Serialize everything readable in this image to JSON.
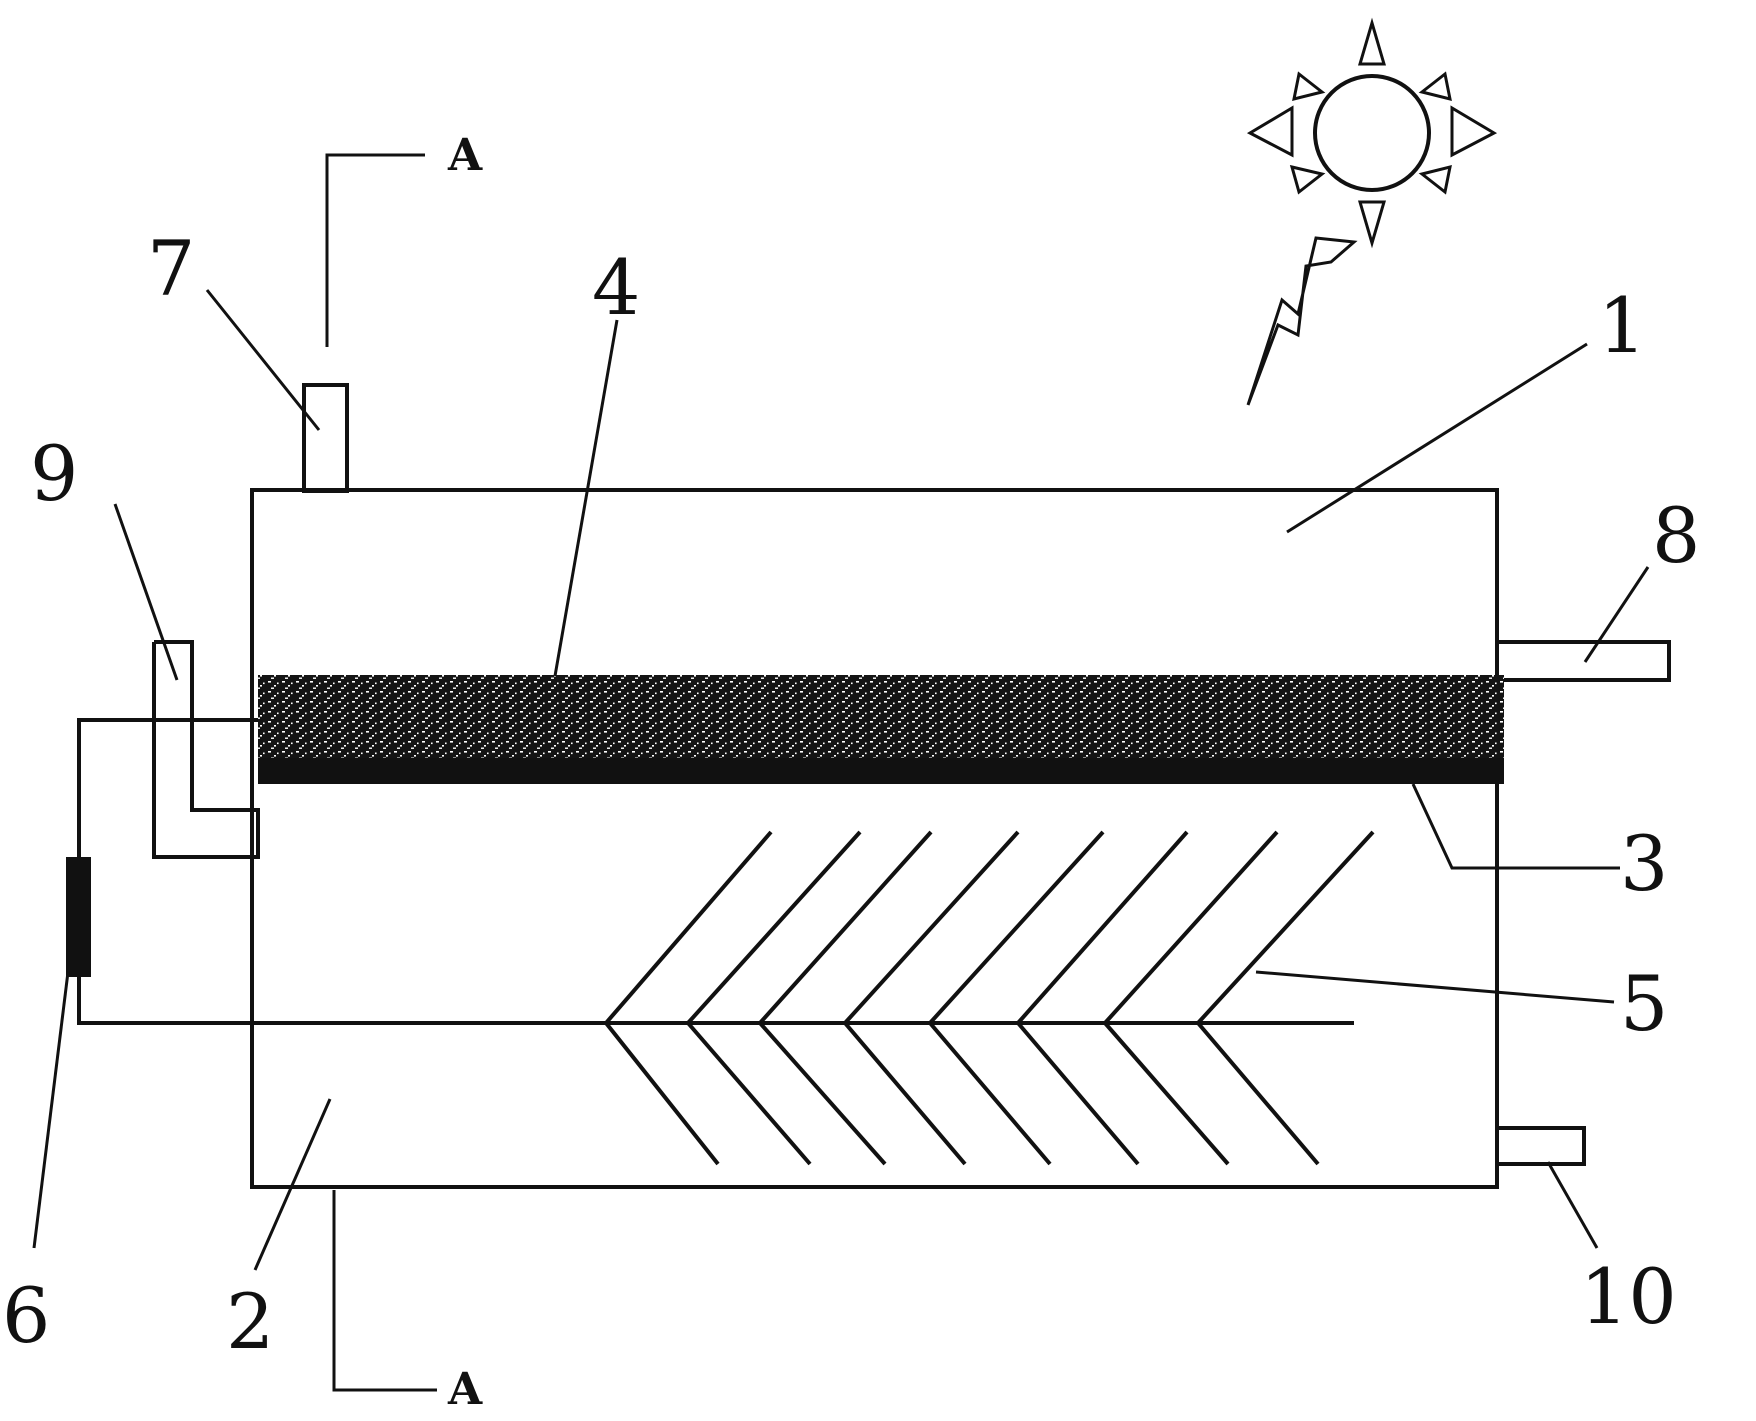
{
  "diagram": {
    "section_marks": {
      "top": "A",
      "bottom": "A"
    },
    "labels": {
      "l1": "1",
      "l2": "2",
      "l3": "3",
      "l4": "4",
      "l5": "5",
      "l6": "6",
      "l7": "7",
      "l8": "8",
      "l9": "9",
      "l10": "10"
    },
    "electrode_fins_upper": 8,
    "electrode_fins_lower": 8
  }
}
